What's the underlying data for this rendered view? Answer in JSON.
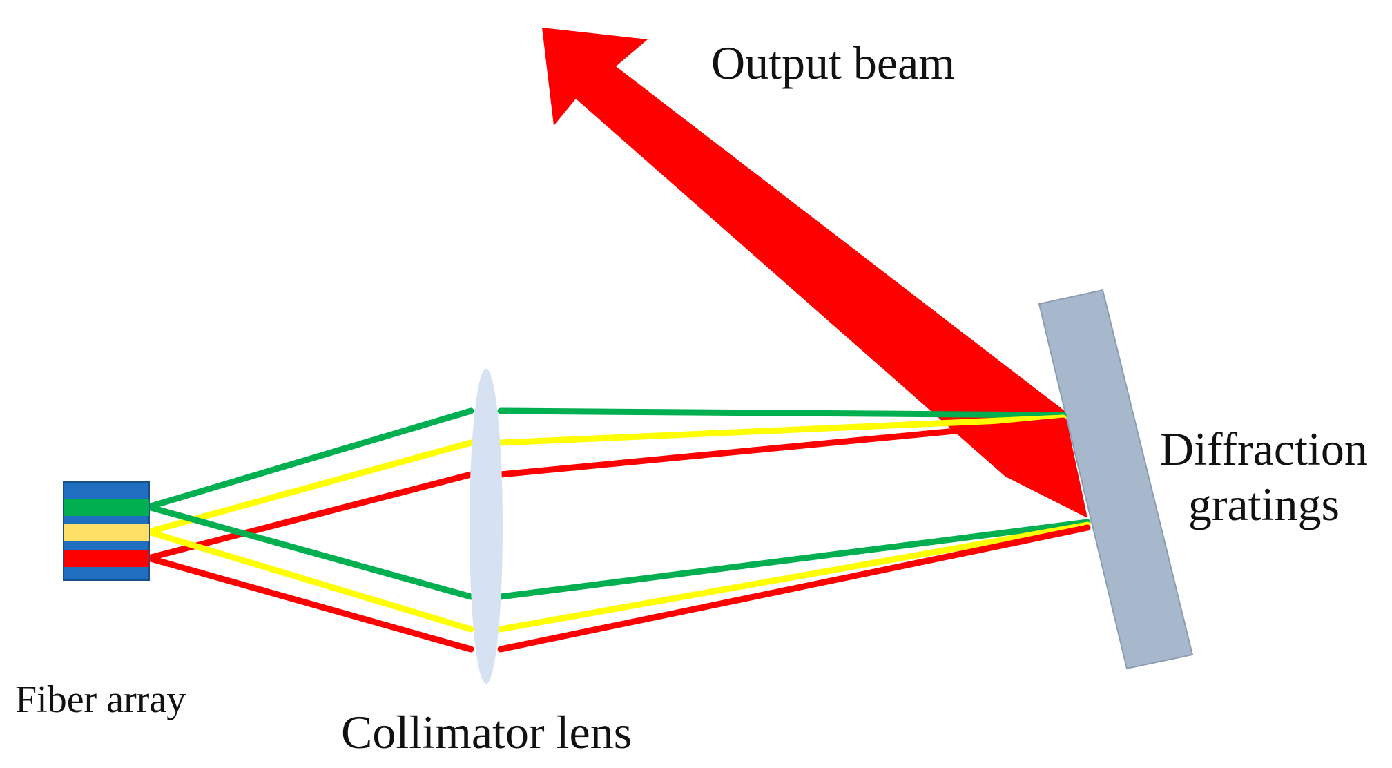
{
  "labels": {
    "output_beam": "Output beam",
    "diffraction_line1": "Diffraction",
    "diffraction_line2": "gratings",
    "fiber_array": "Fiber array",
    "collimator_lens": "Collimator lens"
  },
  "colors": {
    "red": "#ff0000",
    "green": "#00b050",
    "yellow": "#ffff00",
    "fiber_yellow": "#ffe066",
    "blue": "#1f6ebf",
    "lens": "#d6e2f2",
    "grating": "#a8b8cc",
    "grating_edge": "#8a9cb3"
  }
}
